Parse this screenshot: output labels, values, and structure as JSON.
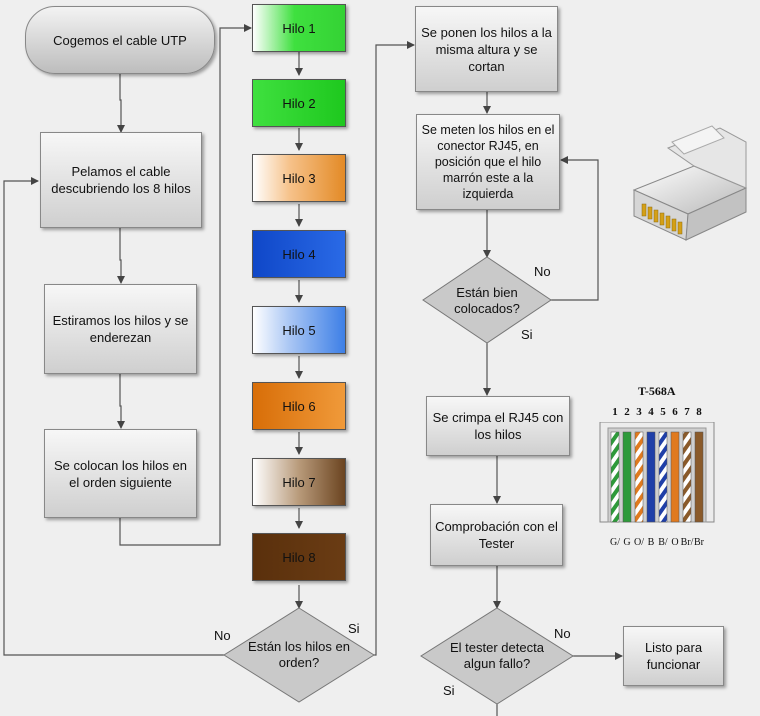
{
  "start": "Cogemos el cable UTP",
  "left_steps": [
    "Pelamos el cable descubriendo los 8 hilos",
    "Estiramos los hilos y se enderezan",
    "Se colocan los hilos en el orden siguiente"
  ],
  "wires": [
    {
      "label": "Hilo 1",
      "color": "#3fe03f"
    },
    {
      "label": "Hilo 2",
      "color": "#1ec81e"
    },
    {
      "label": "Hilo 3",
      "color": "#e38a26"
    },
    {
      "label": "Hilo 4",
      "color": "#1a56d8"
    },
    {
      "label": "Hilo 5",
      "color": "#3d7fe6"
    },
    {
      "label": "Hilo 6",
      "color": "#e07e12"
    },
    {
      "label": "Hilo 7",
      "color": "#6b4420"
    },
    {
      "label": "Hilo 8",
      "color": "#5a300c"
    }
  ],
  "decision_order": {
    "text": "Están los hilos en orden?",
    "no": "No",
    "yes": "Si"
  },
  "right_steps": [
    "Se ponen los hilos a la misma altura y se cortan",
    "Se meten los hilos en el conector RJ45, en posición que el hilo marrón este a la izquierda"
  ],
  "decision_placed": {
    "text": "Están bien colocados?",
    "no": "No",
    "yes": "Si"
  },
  "crimp": "Se crimpa el RJ45 con los hilos",
  "test": "Comprobación con el Tester",
  "decision_tester": {
    "text": "El tester detecta algun fallo?",
    "no": "No",
    "yes": "Si"
  },
  "end": "Listo para funcionar",
  "standard": {
    "title": "T-568A",
    "pins": [
      "1",
      "2",
      "3",
      "4",
      "5",
      "6",
      "7",
      "8"
    ],
    "codes": [
      "G/",
      "G",
      "O/",
      "B",
      "B/",
      "O",
      "Br/",
      "Br"
    ]
  }
}
